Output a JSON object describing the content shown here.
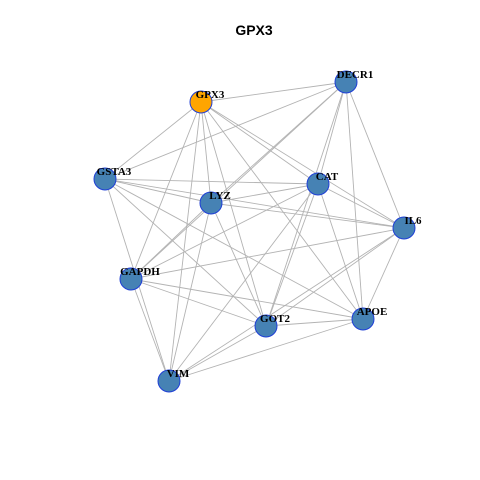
{
  "title": "GPX3",
  "colors": {
    "default_node": "#4682b4",
    "highlight_node": "#ffa500",
    "node_border": "#1f3fd6",
    "edge": "#b3b3b3"
  },
  "network": {
    "nodes": [
      {
        "id": "GPX3",
        "label": "GPX3",
        "highlight": true
      },
      {
        "id": "DECR1",
        "label": "DECR1"
      },
      {
        "id": "GSTA3",
        "label": "GSTA3"
      },
      {
        "id": "CAT",
        "label": "CAT"
      },
      {
        "id": "LYZ",
        "label": "LYZ"
      },
      {
        "id": "IL6",
        "label": "IL6"
      },
      {
        "id": "GAPDH",
        "label": "GAPDH"
      },
      {
        "id": "APOE",
        "label": "APOE"
      },
      {
        "id": "GOT2",
        "label": "GOT2"
      },
      {
        "id": "VIM",
        "label": "VIM"
      }
    ],
    "edges": [
      [
        "GPX3",
        "DECR1"
      ],
      [
        "GPX3",
        "GSTA3"
      ],
      [
        "GPX3",
        "CAT"
      ],
      [
        "GPX3",
        "LYZ"
      ],
      [
        "GPX3",
        "IL6"
      ],
      [
        "GPX3",
        "GAPDH"
      ],
      [
        "GPX3",
        "APOE"
      ],
      [
        "GPX3",
        "GOT2"
      ],
      [
        "GPX3",
        "VIM"
      ],
      [
        "DECR1",
        "GSTA3"
      ],
      [
        "DECR1",
        "CAT"
      ],
      [
        "DECR1",
        "LYZ"
      ],
      [
        "DECR1",
        "IL6"
      ],
      [
        "DECR1",
        "GAPDH"
      ],
      [
        "DECR1",
        "APOE"
      ],
      [
        "DECR1",
        "GOT2"
      ],
      [
        "GSTA3",
        "CAT"
      ],
      [
        "GSTA3",
        "LYZ"
      ],
      [
        "GSTA3",
        "IL6"
      ],
      [
        "GSTA3",
        "APOE"
      ],
      [
        "GSTA3",
        "GOT2"
      ],
      [
        "GSTA3",
        "VIM"
      ],
      [
        "CAT",
        "LYZ"
      ],
      [
        "CAT",
        "IL6"
      ],
      [
        "CAT",
        "GAPDH"
      ],
      [
        "CAT",
        "APOE"
      ],
      [
        "CAT",
        "GOT2"
      ],
      [
        "CAT",
        "VIM"
      ],
      [
        "LYZ",
        "IL6"
      ],
      [
        "LYZ",
        "GAPDH"
      ],
      [
        "LYZ",
        "GOT2"
      ],
      [
        "LYZ",
        "VIM"
      ],
      [
        "IL6",
        "GAPDH"
      ],
      [
        "IL6",
        "APOE"
      ],
      [
        "IL6",
        "GOT2"
      ],
      [
        "IL6",
        "VIM"
      ],
      [
        "GAPDH",
        "GOT2"
      ],
      [
        "GAPDH",
        "APOE"
      ],
      [
        "GAPDH",
        "VIM"
      ],
      [
        "APOE",
        "GOT2"
      ],
      [
        "APOE",
        "VIM"
      ],
      [
        "GOT2",
        "VIM"
      ]
    ]
  }
}
